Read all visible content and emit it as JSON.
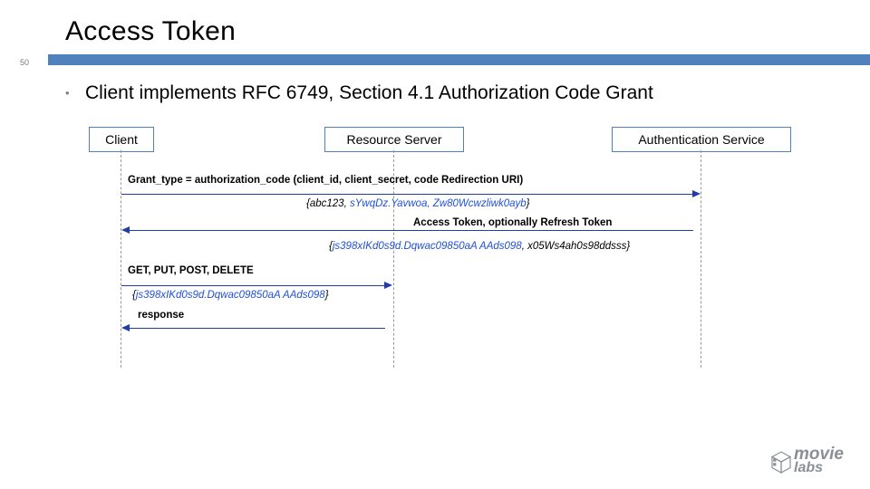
{
  "slide": {
    "title": "Access Token",
    "number": "50",
    "bullet_marker": "•",
    "bullet_text": "Client implements RFC 6749, Section 4.1 Authorization Code Grant"
  },
  "diagram": {
    "participants": [
      {
        "label": "Client"
      },
      {
        "label": "Resource Server"
      },
      {
        "label": "Authentication Service"
      }
    ],
    "messages": [
      {
        "label": "Grant_type = authorization_code (client_id, client_secret, code Redirection URI)",
        "style": "bold",
        "direction": "right"
      },
      {
        "label_parts": [
          {
            "text": "{abc123, ",
            "color": "dark"
          },
          {
            "text": "sYwqDz.Yavwoa, Zw80Wcwzliwk0ayb",
            "color": "blue"
          },
          {
            "text": "}",
            "color": "dark"
          }
        ],
        "style": "italic",
        "direction": "right"
      },
      {
        "label": "Access Token, optionally Refresh Token",
        "style": "bold",
        "direction": "left"
      },
      {
        "label_parts": [
          {
            "text": "{",
            "color": "dark"
          },
          {
            "text": "js398xIKd0s9d.Dqwac09850aA AAds098",
            "color": "blue"
          },
          {
            "text": ", x05Ws4ah0s98ddsss}",
            "color": "dark"
          }
        ],
        "style": "italic",
        "direction": "left"
      },
      {
        "label": "GET, PUT, POST, DELETE",
        "style": "bold",
        "direction": "right"
      },
      {
        "label_parts": [
          {
            "text": "{",
            "color": "dark"
          },
          {
            "text": "js398xIKd0s9d.Dqwac09850aA AAds098",
            "color": "blue"
          },
          {
            "text": "}",
            "color": "dark"
          }
        ],
        "style": "italic",
        "direction": "right"
      },
      {
        "label": "response",
        "style": "bold",
        "direction": "left"
      }
    ]
  },
  "logo": {
    "line1": "movie",
    "line2": "labs"
  },
  "colors": {
    "accent_bar": "#4f81bd",
    "arrow": "#1f3ea8",
    "token_blue": "#1f4fd8",
    "lifeline": "#9a9a9a"
  }
}
